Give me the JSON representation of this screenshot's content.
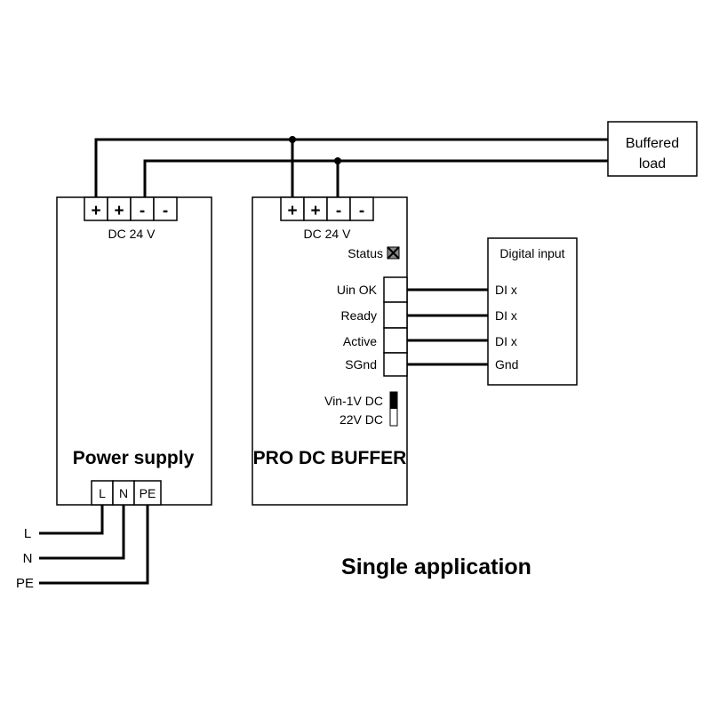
{
  "power_supply": {
    "title": "Power supply",
    "dc_label": "DC 24 V",
    "top_terminals": [
      "+",
      "+",
      "-",
      "-"
    ],
    "bottom_terminals": [
      "L",
      "N",
      "PE"
    ]
  },
  "buffer": {
    "title": "PRO DC BUFFER",
    "dc_label": "DC 24 V",
    "top_terminals": [
      "+",
      "+",
      "-",
      "-"
    ],
    "status_label": "Status",
    "signals": [
      "Uin OK",
      "Ready",
      "Active",
      "SGnd"
    ],
    "switch_labels": [
      "Vin-1V DC",
      "22V DC"
    ]
  },
  "buffered_load": {
    "line1": "Buffered",
    "line2": "load"
  },
  "digital_input": {
    "title": "Digital input",
    "inputs": [
      "DI x",
      "DI x",
      "DI x",
      "Gnd"
    ]
  },
  "mains": [
    "L",
    "N",
    "PE"
  ],
  "caption": "Single application"
}
